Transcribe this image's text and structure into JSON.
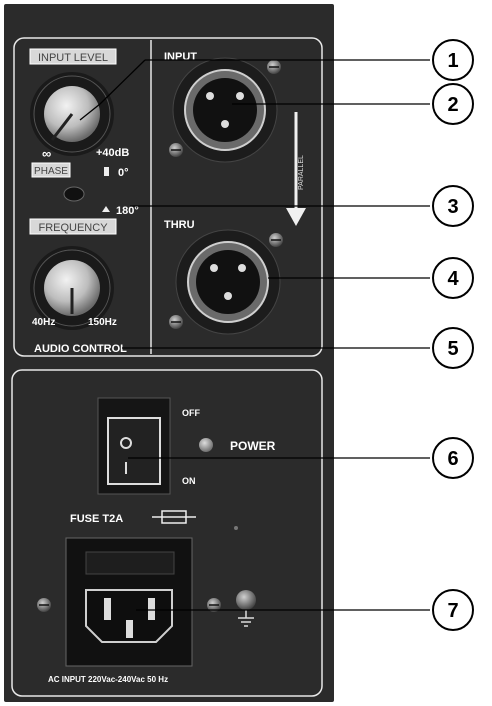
{
  "audio_section": {
    "input_level_label": "INPUT LEVEL",
    "input_level_min": "∞",
    "input_level_max": "+40dB",
    "phase_label": "PHASE",
    "phase_0": "0°",
    "phase_180": "180°",
    "frequency_label": "FREQUENCY",
    "freq_min": "40Hz",
    "freq_max": "150Hz",
    "section_label": "AUDIO CONTROL",
    "input_label": "INPUT",
    "thru_label": "THRU",
    "arrow_tag": "PARALLEL"
  },
  "power_section": {
    "off_label": "OFF",
    "on_label": "ON",
    "power_label": "POWER",
    "fuse_label": "FUSE T2A",
    "ac_label": "AC INPUT 220Vac-240Vac 50 Hz"
  },
  "callouts": [
    "1",
    "2",
    "3",
    "4",
    "5",
    "6",
    "7"
  ]
}
